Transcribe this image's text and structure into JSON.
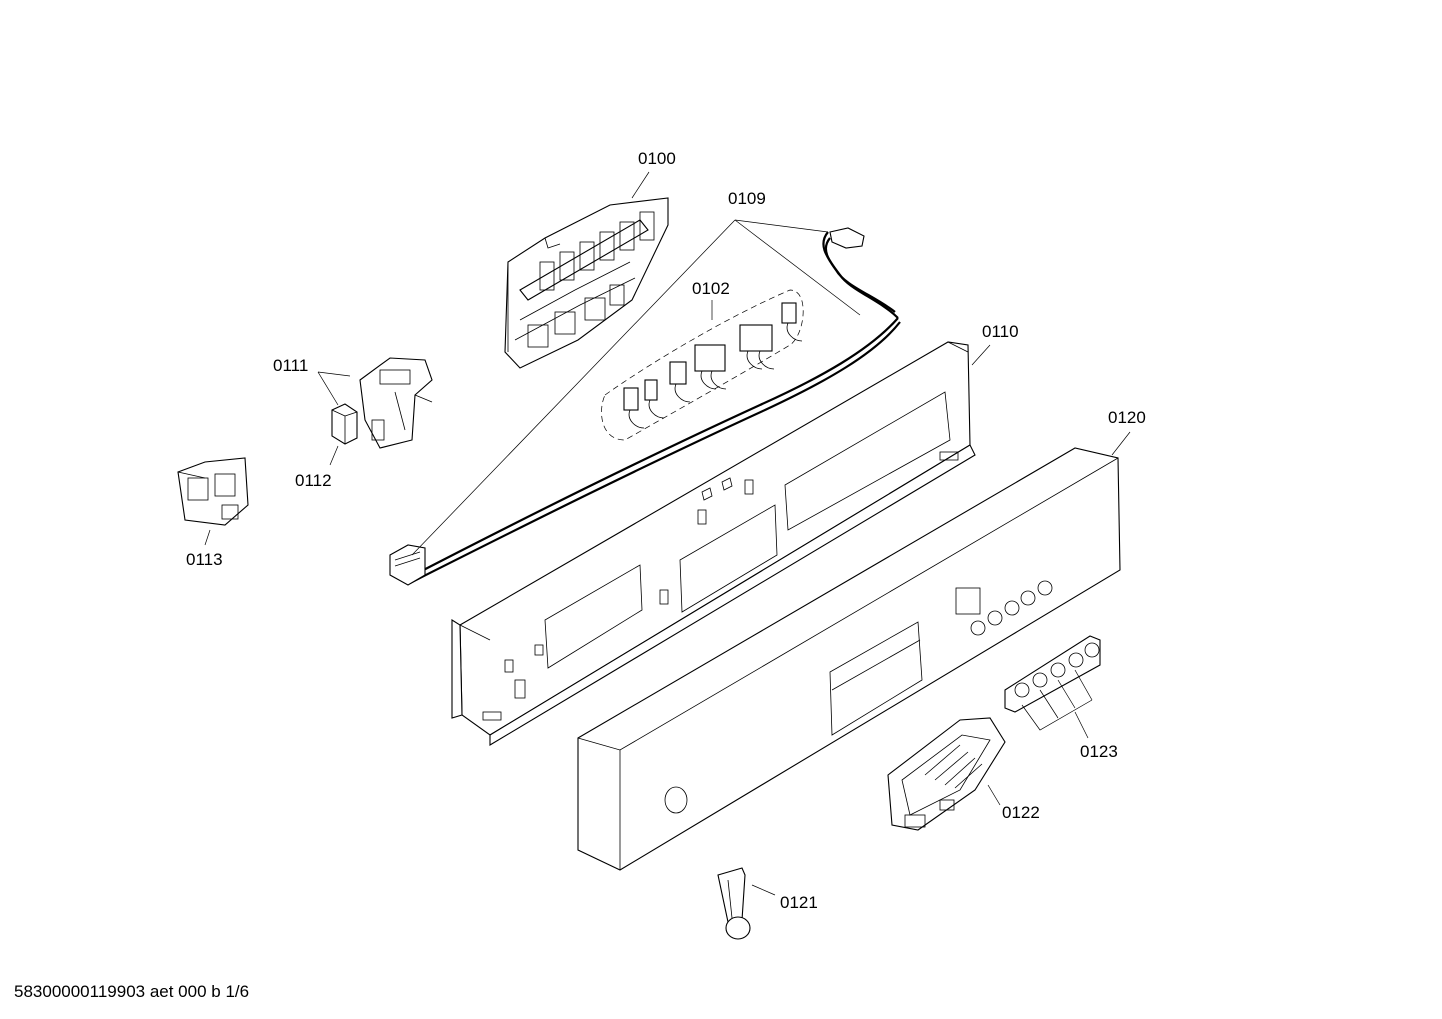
{
  "parts": [
    {
      "id": "p0100",
      "label": "0100"
    },
    {
      "id": "p0109",
      "label": "0109"
    },
    {
      "id": "p0102",
      "label": "0102"
    },
    {
      "id": "p0110",
      "label": "0110"
    },
    {
      "id": "p0111",
      "label": "0111"
    },
    {
      "id": "p0112",
      "label": "0112"
    },
    {
      "id": "p0113",
      "label": "0113"
    },
    {
      "id": "p0120",
      "label": "0120"
    },
    {
      "id": "p0121",
      "label": "0121"
    },
    {
      "id": "p0122",
      "label": "0122"
    },
    {
      "id": "p0123",
      "label": "0123"
    }
  ],
  "footer": "58300000119903 aet 000 b 1/6"
}
